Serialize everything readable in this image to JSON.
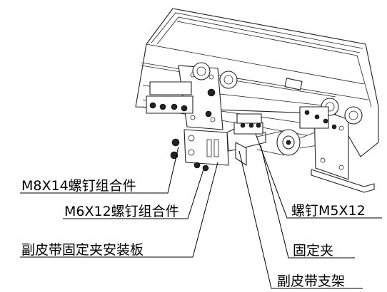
{
  "labels": {
    "m8_screw_assembly": "M8X14螺钉组合件",
    "m6_screw_assembly": "M6X12螺钉组合件",
    "mounting_plate": "副皮带固定夹安装板",
    "screw_m5": "螺钉M5X12",
    "clamp": "固定夹",
    "bracket": "副皮带支架"
  }
}
